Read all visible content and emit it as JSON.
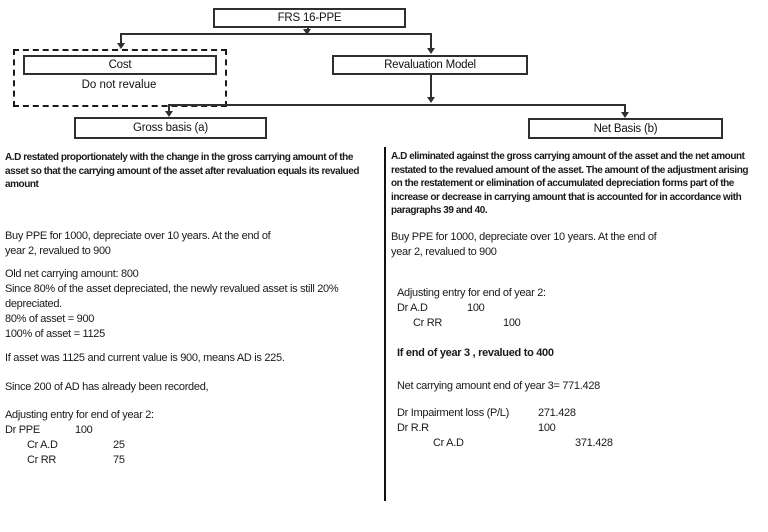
{
  "flowchart": {
    "root_label": "FRS 16-PPE",
    "cost_label": "Cost",
    "cost_note": "Do not revalue",
    "revaluation_label": "Revaluation Model",
    "gross_label": "Gross basis (a)",
    "net_label": "Net Basis (b)"
  },
  "left_panel": {
    "description": "A.D restated proportionately with the change in the gross carrying amount of the\nasset so that the carrying amount of the asset after revaluation equals its revalued\namount",
    "scenario": "Buy PPE for 1000, depreciate over 10 years. At the end of\nyear 2, revalued to 900",
    "workings": "Old net carrying amount: 800\nSince 80% of the asset depreciated, the newly revalued asset is still 20%\ndepreciated.\n80% of asset = 900\n100% of asset = 1125",
    "conclusion1": "If asset was 1125 and current value is 900, means AD is 225.",
    "conclusion2": "Since 200 of AD has already been recorded,",
    "journal_title": "Adjusting entry for end of year 2:",
    "journal": [
      {
        "account": "Dr PPE",
        "amount": "100"
      },
      {
        "account": "Cr A.D",
        "amount": "25"
      },
      {
        "account": "Cr RR",
        "amount": "75"
      }
    ]
  },
  "right_panel": {
    "description": "A.D eliminated against the gross carrying amount of the asset and the net amount\nrestated to the revalued amount of the asset. The amount of the adjustment arising\non the restatement or elimination of accumulated depreciation forms part of the\nincrease or decrease in carrying amount that is accounted for in accordance with\nparagraphs 39 and 40.",
    "scenario": "Buy PPE for 1000, depreciate over 10 years. At the end of\nyear 2, revalued to 900",
    "journal1_title": "Adjusting entry for end of year 2:",
    "journal1": [
      {
        "account": "Dr A.D",
        "amount": "100"
      },
      {
        "account": "Cr RR",
        "amount": "100"
      }
    ],
    "year3_note": "If end of year 3 , revalued to 400",
    "year3_carrying": "Net carrying amount end of year 3= 771.428",
    "journal2": [
      {
        "account": "Dr Impairment loss (P/L)",
        "amount": "271.428"
      },
      {
        "account": "Dr R.R",
        "amount": "100"
      },
      {
        "account": "Cr A.D",
        "amount": "371.428"
      }
    ]
  }
}
